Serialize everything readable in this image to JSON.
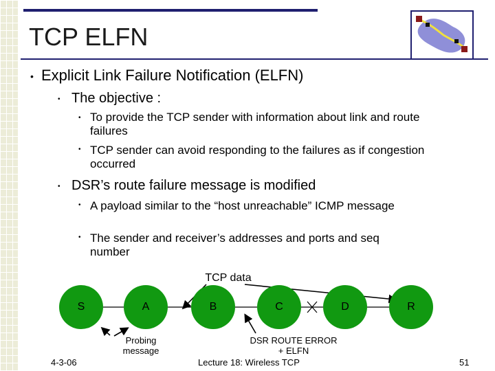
{
  "slide": {
    "title": "TCP ELFN",
    "bullets": {
      "b1": "Explicit Link Failure Notification (ELFN)",
      "b1_1": "The objective :",
      "b1_1_1": "To provide the TCP sender with information about link and route failures",
      "b1_1_2": "TCP sender can avoid responding to the failures as if congestion occurred",
      "b1_2": "DSR’s route failure message is modified",
      "b1_2_1": "A payload similar to the “host unreachable” ICMP message",
      "b1_2_2": "The sender and receiver’s addresses and ports and seq number"
    }
  },
  "diagram": {
    "tcp_data_label": "TCP data",
    "nodes": [
      "S",
      "A",
      "B",
      "C",
      "D",
      "R"
    ],
    "node_color": "#119911",
    "probing_label": "Probing\nmessage",
    "dsr_error_label": "DSR ROUTE ERROR\n+ ELFN"
  },
  "footer": {
    "date": "4-3-06",
    "lecture": "Lecture 18: Wireless TCP",
    "page": "51"
  }
}
